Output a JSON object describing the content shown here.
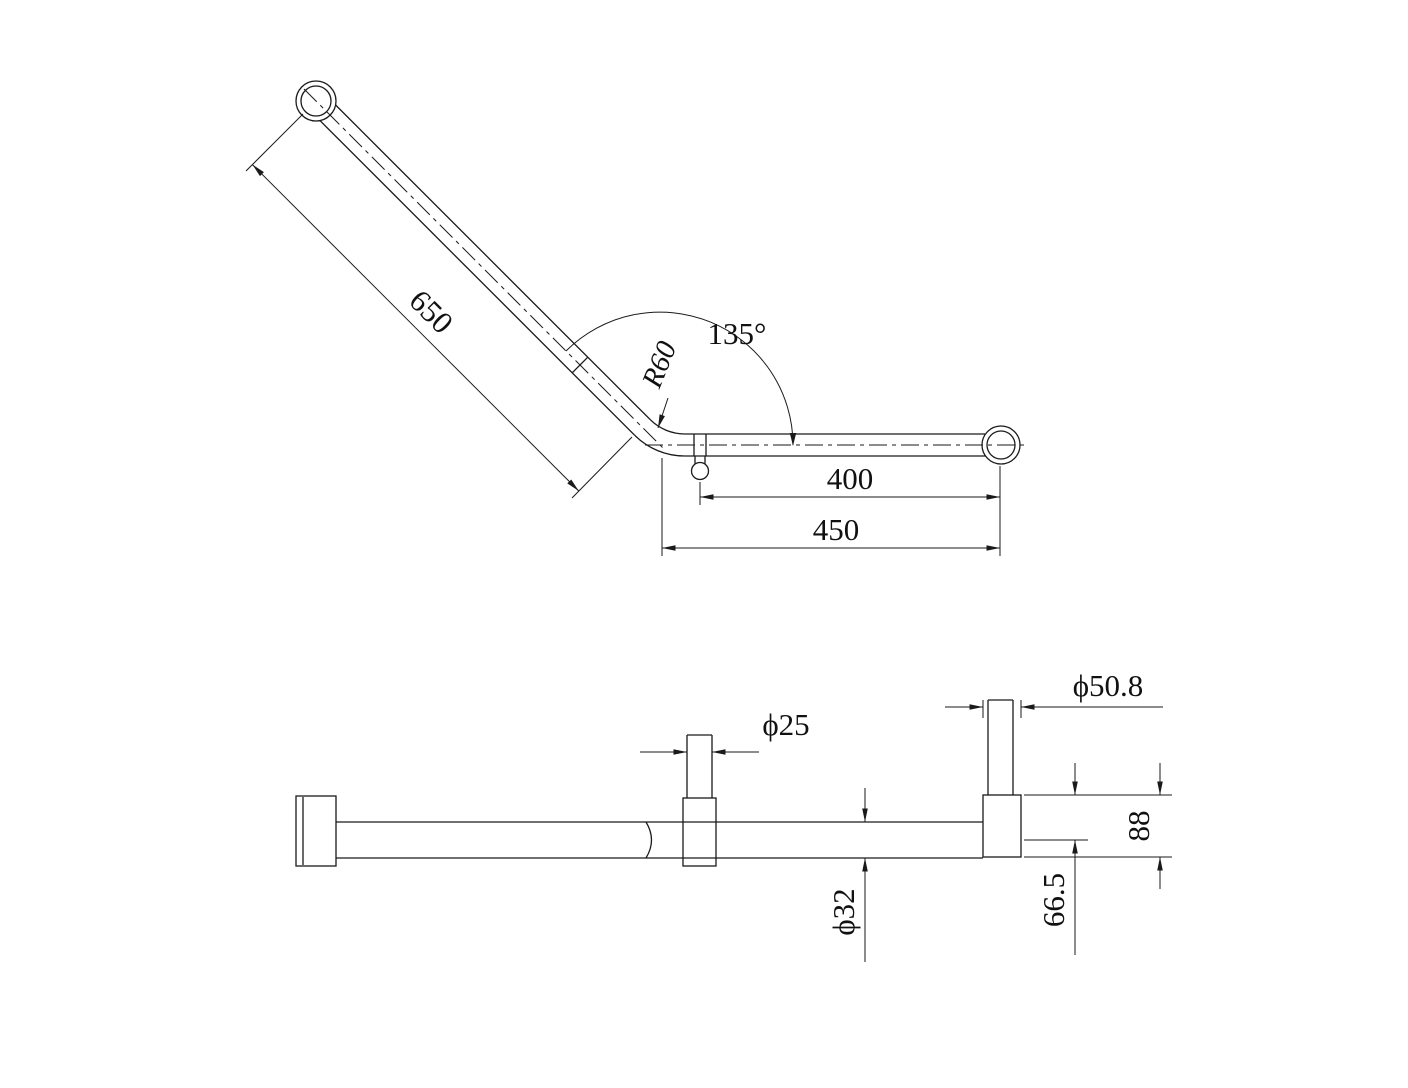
{
  "drawing": {
    "type": "grab-rail-dimension-drawing",
    "front": {
      "angled_length": "650",
      "bend_radius": "R60",
      "bend_angle": "135°",
      "inner_length": "400",
      "overall_length": "450"
    },
    "side": {
      "flange_diameter": "ϕ50.8",
      "end_diameter": "ϕ25",
      "tube_diameter": "ϕ32",
      "flange_height": "88",
      "centre_height": "66.5"
    },
    "colors": {
      "line": "#1a1a1a",
      "background": "#ffffff"
    }
  }
}
